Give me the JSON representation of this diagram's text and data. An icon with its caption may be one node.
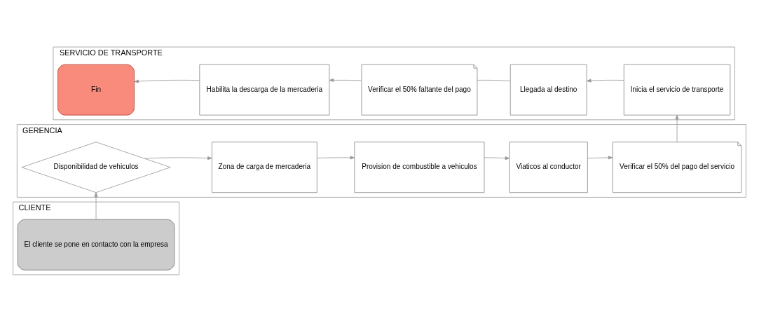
{
  "diagram": {
    "nodes": [
      {
        "text": [
          "CLIENTE"
        ]
      },
      {
        "text": [
          "El cliente se pone en contacto con la empresa"
        ],
        "in": 0
      },
      {
        "text": [
          "GERENCIA"
        ]
      },
      {
        "text": [
          "Disponibilidad de vehiculos"
        ],
        "in": 2
      },
      {
        "text": [
          "Zona de carga de mercaderia"
        ],
        "in": 2
      },
      {
        "text": [
          "Provision de combustible a vehiculos"
        ],
        "in": 2
      },
      {
        "text": [
          "Viaticos al conductor"
        ],
        "in": 2
      },
      {
        "text": [
          "Verificar el 50% del pago del servicio"
        ],
        "in": 2
      },
      {
        "text": [
          "SERVICIO DE TRANSPORTE"
        ]
      },
      {
        "text": [
          "Fin"
        ],
        "in": 8
      },
      {
        "text": [
          "Habilita la descarga de la mercaderia"
        ],
        "in": 8
      },
      {
        "text": [
          "Verificar el 50% faltante del pago"
        ],
        "in": 8
      },
      {
        "text": [
          "Llegada al destino"
        ],
        "in": 8
      },
      {
        "text": [
          "Inicia el servicio de transporte"
        ],
        "in": 8
      }
    ],
    "edges": [
      {
        "from": 1,
        "to": 3,
        "arrow": "to"
      },
      {
        "from": 3,
        "to": 4,
        "arrow": "to"
      },
      {
        "from": 4,
        "to": 5,
        "arrow": "to"
      },
      {
        "from": 5,
        "to": 6,
        "arrow": "to"
      },
      {
        "from": 6,
        "to": 7,
        "arrow": "to"
      },
      {
        "from": 7,
        "to": 13,
        "arrow": "to"
      },
      {
        "from": 13,
        "to": 12,
        "arrow": "to"
      },
      {
        "from": 12,
        "to": 11,
        "arrow": "none"
      },
      {
        "from": 11,
        "to": 10,
        "arrow": "to"
      },
      {
        "from": 10,
        "to": 9,
        "arrow": "to"
      }
    ]
  }
}
